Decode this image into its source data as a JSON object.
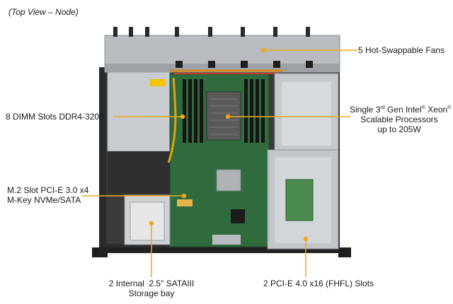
{
  "view_label": "(Top View – Node)",
  "callouts": {
    "fans": "5 Hot-Swappable Fans",
    "dimm": "8 DIMM Slots DDR4-3200",
    "cpu": {
      "line1_a": "Single 3",
      "line1_sup1": "rd",
      "line1_b": " Gen Intel",
      "line1_sup2": "®",
      "line1_c": " Xeon",
      "line1_sup3": "®",
      "line2": "Scalable Processors",
      "line3": "up to 205W"
    },
    "m2": {
      "line1": "M.2 Slot PCI-E 3.0 x4",
      "line2": "M-Key NVMe/SATA"
    },
    "storage": {
      "line1": "2 Internal  2.5\" SATAIII",
      "line2": "Storage bay"
    },
    "pcie": "2 PCI-E 4.0 x16 (FHFL) Slots"
  },
  "colors": {
    "callout_line": "#f2a71b",
    "chassis": "#2b2b2b",
    "fan_bay": "#b9bcc0",
    "pcb": "#2f6b3c",
    "metal": "#c9ccd0"
  }
}
